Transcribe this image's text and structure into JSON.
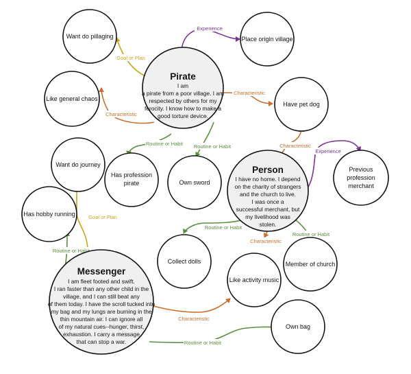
{
  "colors": {
    "experience": "#7b3294",
    "goal": "#c8a217",
    "characteristic": "#c8702c",
    "routine": "#5a8f3c"
  },
  "main_nodes": {
    "pirate": {
      "title": "Pirate",
      "lines": [
        "I am",
        "a pirate from a poor village. I am",
        "respected by others for my",
        "ferocity. I know how to make a",
        "good torture device."
      ]
    },
    "person": {
      "title": "Person",
      "lines": [
        "I have no home. I depend",
        "on the charity of strangers",
        "and the church to live.",
        "I was once a",
        "successful merchant, but",
        "my livelihood was",
        "stolen."
      ]
    },
    "messenger": {
      "title": "Messenger",
      "lines": [
        "I am fleet footed and swift.",
        "I ran faster than any other child in the",
        "village, and I can still beat any",
        "of them today. I have the scroll tucked into",
        "my bag and my lungs are burning in the",
        "thin mountain air. I can ignore all",
        "of my natural cues--hunger, thirst,",
        "exhaustion. I carry a message",
        "that can stop a war."
      ]
    }
  },
  "nodes": {
    "want_pillaging": [
      "Want do pillaging"
    ],
    "place_origin": [
      "Place origin village"
    ],
    "like_chaos": [
      "Like general chaos"
    ],
    "pet_dog": [
      "Have pet dog"
    ],
    "want_journey": [
      "Want do journey"
    ],
    "profession_pirate": [
      "Has profession",
      "pirate"
    ],
    "own_sword": [
      "Own sword"
    ],
    "prev_profession": [
      "Previous",
      "profession",
      "merchant"
    ],
    "hobby_running": [
      "Has hobby running"
    ],
    "collect_dolls": [
      "Collect dolls"
    ],
    "member_church": [
      "Member of church"
    ],
    "like_music": [
      "Like activity music"
    ],
    "own_bag": [
      "Own bag"
    ]
  },
  "edge_labels": {
    "experience": "Experience",
    "goal": "Goal or Plan",
    "characteristic": "Characteristic",
    "routine": "Routine or Habit"
  }
}
